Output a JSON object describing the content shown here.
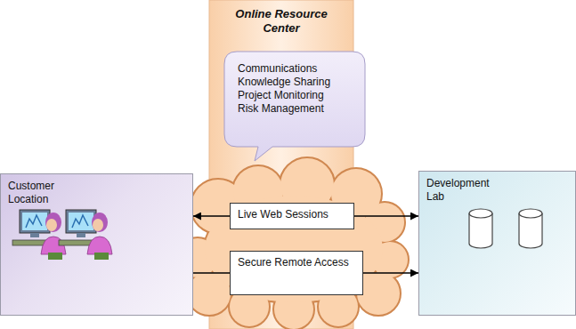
{
  "diagram": {
    "nodes": [
      {
        "text": [
          "Online Resource Center"
        ]
      },
      {
        "text": [
          "Communications",
          "Knowledge Sharing",
          "Project Monitoring",
          "Risk Management"
        ],
        "in": 0
      },
      {
        "text": [
          "Live Web Sessions"
        ],
        "in": 0
      },
      {
        "text": [
          "Secure Remote Access"
        ],
        "in": 0
      },
      {
        "text": [
          "Customer Location"
        ]
      },
      {
        "text": [
          "Development Lab"
        ]
      }
    ],
    "edges": [
      {
        "from": 2,
        "to": 4,
        "arrow": "to"
      },
      {
        "from": 2,
        "to": 5,
        "arrow": "to"
      },
      {
        "from": 4,
        "to": 3,
        "arrow": "none"
      },
      {
        "from": 3,
        "to": 5,
        "arrow": "to"
      }
    ]
  }
}
